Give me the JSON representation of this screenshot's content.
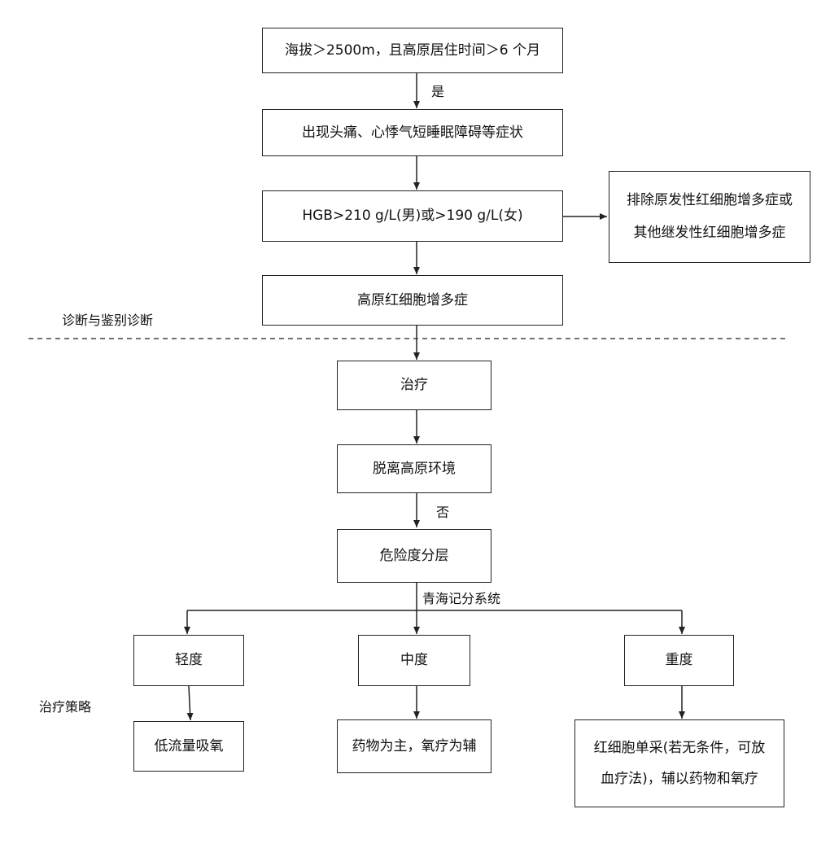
{
  "flow": {
    "altitude_condition": "海拔＞2500m，且高原居住时间＞6 个月",
    "yes_label": "是",
    "symptoms": "出现头痛、心悸气短睡眠障碍等症状",
    "hgb_criteria": "HGB>210 g/L(男)或>190 g/L(女)",
    "exclusion_line1": "排除原发性红细胞增多症或",
    "exclusion_line2": "其他继发性红细胞增多症",
    "diagnosis": "高原红细胞增多症",
    "section_diagnosis": "诊断与鉴别诊断",
    "treatment": "治疗",
    "leave_plateau": "脱离高原环境",
    "no_label": "否",
    "risk_stratification": "危险度分层",
    "scoring_system": "青海记分系统",
    "mild": "轻度",
    "moderate": "中度",
    "severe": "重度",
    "section_strategy": "治疗策略",
    "mild_treatment": "低流量吸氧",
    "moderate_treatment": "药物为主，氧疗为辅",
    "severe_treatment_line1": "红细胞单采(若无条件，可放",
    "severe_treatment_line2": "血疗法)，辅以药物和氧疗"
  },
  "colors": {
    "line": "#222222",
    "background": "#ffffff"
  }
}
